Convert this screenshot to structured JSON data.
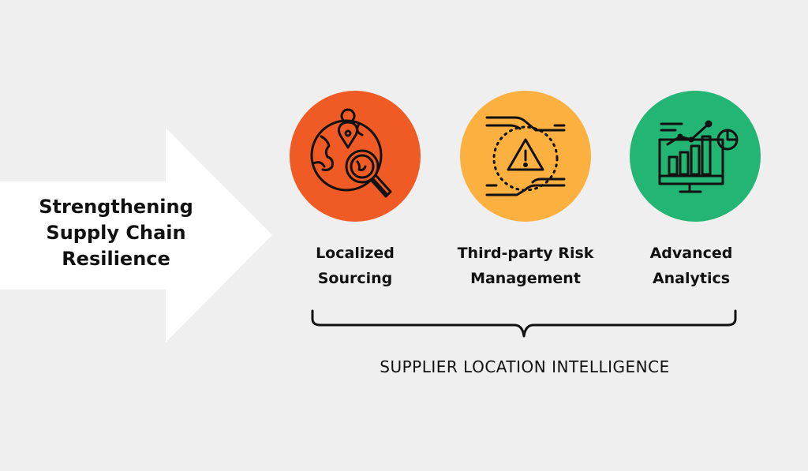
{
  "headline": {
    "lines": [
      "Strengthening",
      "Supply Chain",
      "Resilience"
    ]
  },
  "pillars": [
    {
      "id": "localized-sourcing",
      "lines": [
        "Localized",
        "Sourcing"
      ],
      "color": "#f05a24",
      "icon": "globe-search-icon"
    },
    {
      "id": "third-party-risk",
      "lines": [
        "Third-party Risk",
        "Management"
      ],
      "color": "#fbb040",
      "icon": "risk-hands-icon"
    },
    {
      "id": "advanced-analytics",
      "lines": [
        "Advanced",
        "Analytics"
      ],
      "color": "#23b573",
      "icon": "analytics-monitor-icon"
    }
  ],
  "footer": {
    "label": "SUPPLIER LOCATION INTELLIGENCE"
  },
  "colors": {
    "background": "#efefef",
    "arrow": "#ffffff",
    "ink": "#111111"
  }
}
